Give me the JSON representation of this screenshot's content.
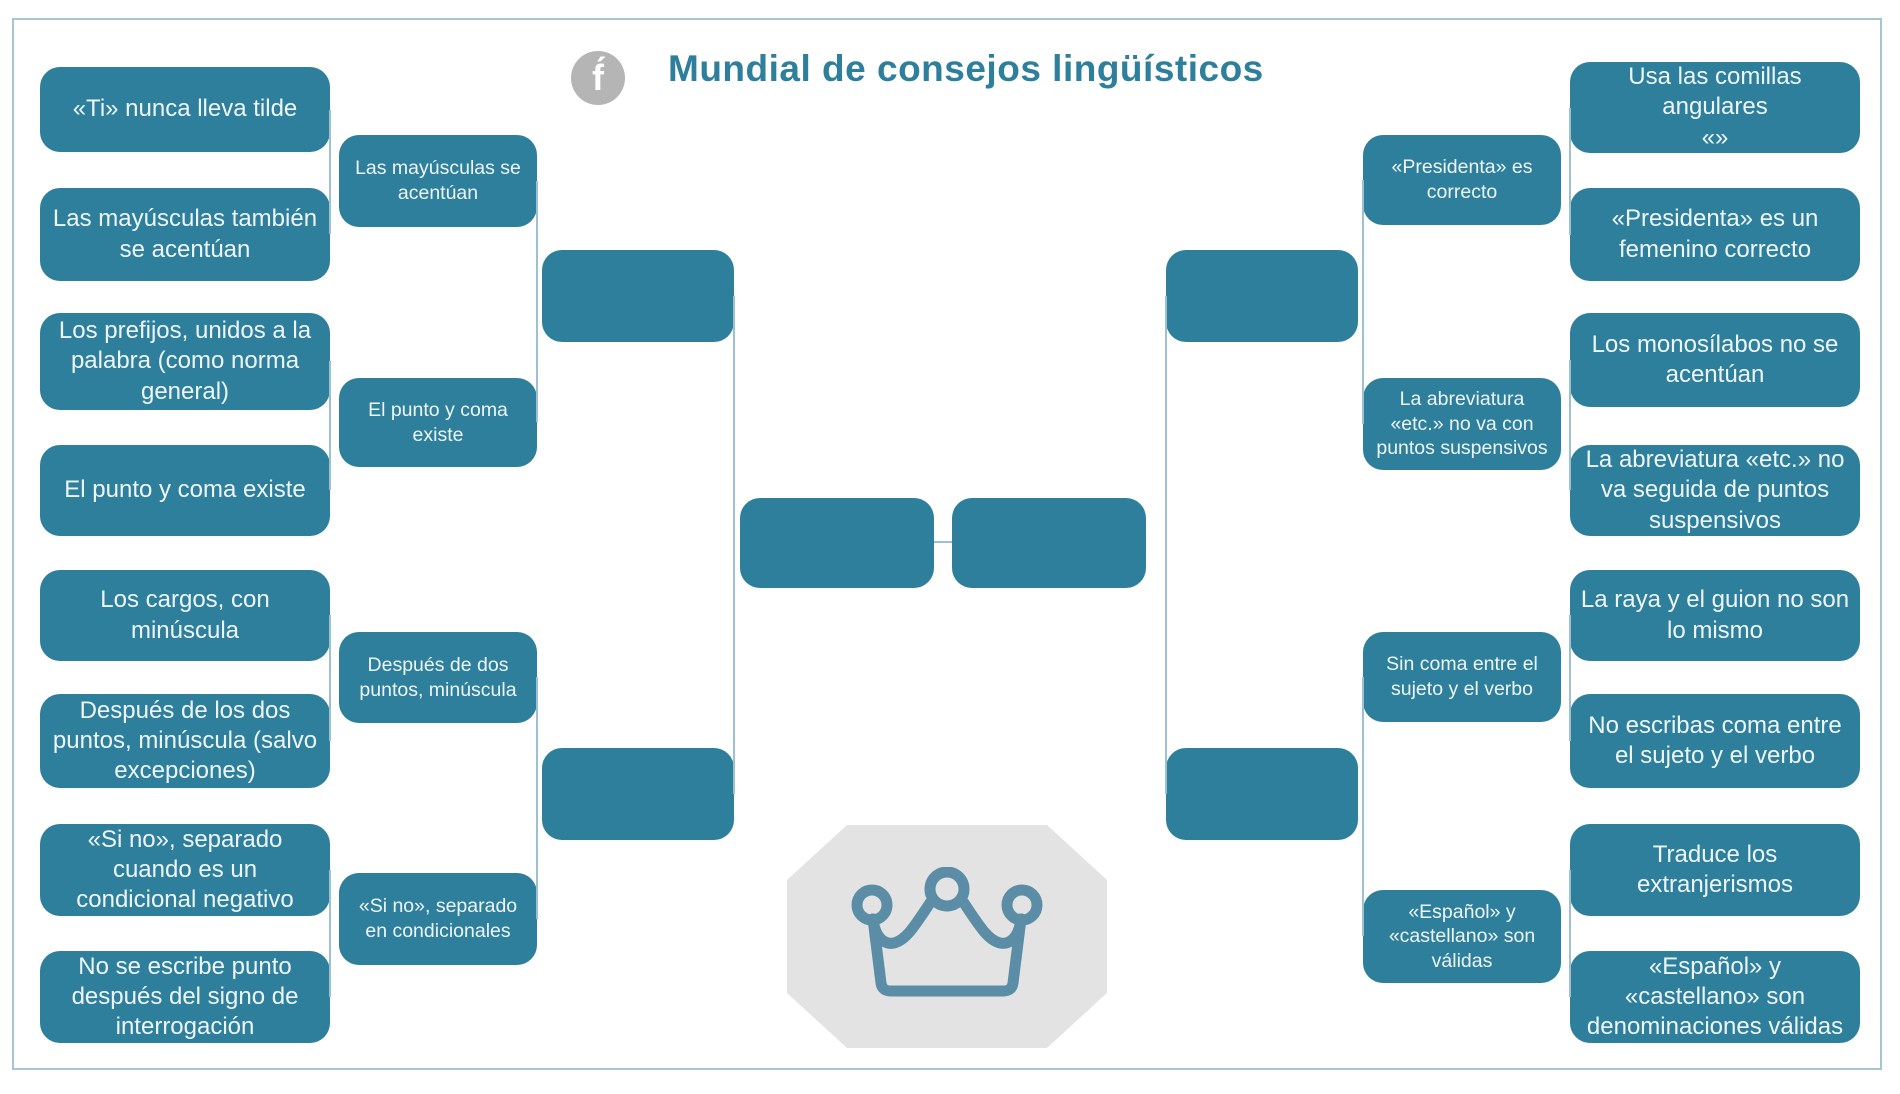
{
  "title": "Mundial de consejos lingüísticos",
  "logo": {
    "letter": "f́"
  },
  "colors": {
    "box": "#2e7f9c",
    "connector": "#9dc1d1",
    "frame": "#a6c5d3",
    "title": "#2e7f9c",
    "logo_bg": "#b5b5b5",
    "crown_bg": "#e3e3e3",
    "crown_stroke": "#5b8da6"
  },
  "bracket": {
    "left_round1": [
      {
        "text": "«Ti» nunca lleva tilde"
      },
      {
        "text": "Las mayúsculas también se acentúan"
      },
      {
        "text": "Los prefijos, unidos a la palabra (como norma general)"
      },
      {
        "text": "El punto y coma existe"
      },
      {
        "text": "Los cargos, con minúscula"
      },
      {
        "text": "Después de los dos puntos, minúscula (salvo excepciones)"
      },
      {
        "text": "«Si no», separado cuando es un condicional negativo"
      },
      {
        "text": "No se escribe punto después del signo de interrogación"
      }
    ],
    "left_round2": [
      {
        "text": "Las mayúsculas se acentúan"
      },
      {
        "text": "El punto y coma existe"
      },
      {
        "text": "Después de dos puntos, minúscula"
      },
      {
        "text": "«Si no», separado en condicionales"
      }
    ],
    "right_round2": [
      {
        "text": "«Presidenta» es correcto"
      },
      {
        "text": "La abreviatura «etc.» no va con puntos suspensivos"
      },
      {
        "text": "Sin coma entre el sujeto y el verbo"
      },
      {
        "text": "«Español» y «castellano» son válidas"
      }
    ],
    "right_round1": [
      {
        "text": "Usa las comillas\nangulares\n«»"
      },
      {
        "text": "«Presidenta» es un femenino correcto"
      },
      {
        "text": "Los monosílabos no se acentúan"
      },
      {
        "text": "La abreviatura «etc.» no va seguida de puntos suspensivos"
      },
      {
        "text": "La raya y el guion no son lo mismo"
      },
      {
        "text": "No escribas coma entre el sujeto y el verbo"
      },
      {
        "text": "Traduce los extranjerismos"
      },
      {
        "text": "«Español» y «castellano» son denominaciones válidas"
      }
    ]
  }
}
